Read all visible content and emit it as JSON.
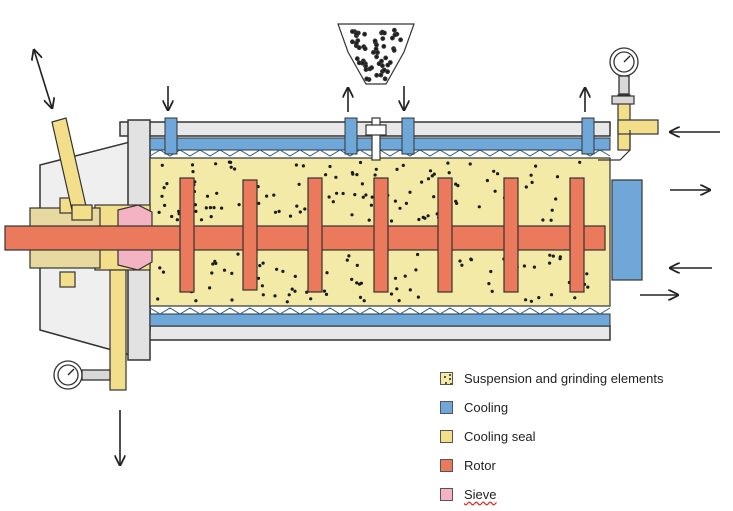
{
  "legend": {
    "items": [
      {
        "label": "Suspension and grinding elements",
        "color": "#f2eaa6",
        "swatch": "dots"
      },
      {
        "label": "Cooling",
        "color": "#6fa8d8",
        "swatch": "solid"
      },
      {
        "label": "Cooling seal",
        "color": "#f3de8a",
        "swatch": "solid"
      },
      {
        "label": "Rotor",
        "color": "#ea7a5b",
        "swatch": "solid"
      },
      {
        "label": "Sieve",
        "color": "#f4b3c2",
        "swatch": "solid"
      }
    ]
  },
  "colors": {
    "suspension": "#f2eaa6",
    "cooling": "#6fa8d8",
    "cooling_seal": "#f3de8a",
    "rotor": "#ea7a5b",
    "sieve": "#f4b3c2",
    "housing": "#d8d8d8",
    "outline": "#333333"
  },
  "icons": [
    "pressure-gauge-icon",
    "arrow-icon",
    "feed-hopper-icon",
    "drive-lever-icon"
  ]
}
